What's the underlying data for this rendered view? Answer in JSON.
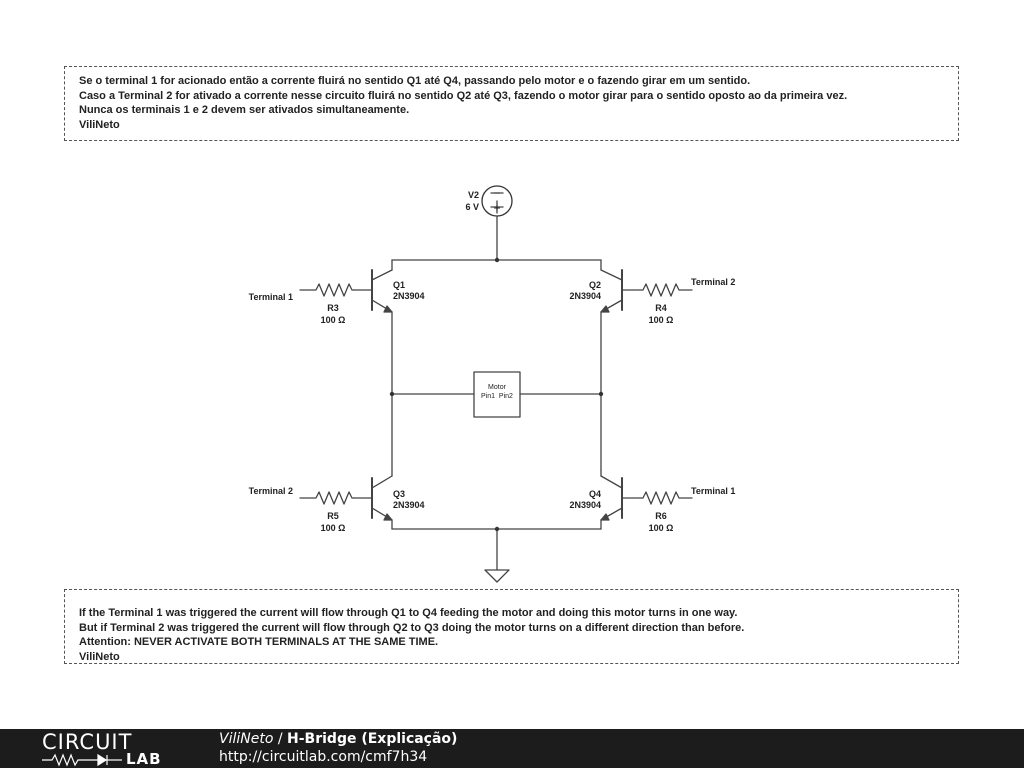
{
  "notes": {
    "portuguese": {
      "line1": "Se o terminal 1 for acionado então a corrente fluirá no sentido Q1 até Q4, passando pelo motor e o fazendo girar em um sentido.",
      "line2": "Caso a Terminal 2 for ativado a corrente nesse circuito fluirá no sentido Q2 até Q3, fazendo o motor girar para o sentido oposto ao da primeira vez.",
      "line3": "Nunca os terminais 1 e 2 devem ser ativados simultaneamente.",
      "author": "ViliNeto"
    },
    "english": {
      "line1": "If the Terminal 1 was triggered the current will flow through Q1 to Q4 feeding the motor and doing this motor turns in one way.",
      "line2": "But if Terminal 2 was triggered the current will flow through Q2 to Q3 doing the motor turns on a different direction than before.",
      "line3": "Attention: NEVER ACTIVATE BOTH TERMINALS AT THE SAME TIME.",
      "author": "ViliNeto"
    }
  },
  "schematic": {
    "source": {
      "name": "V2",
      "value": "6 V"
    },
    "transistors": {
      "q1": {
        "name": "Q1",
        "part": "2N3904"
      },
      "q2": {
        "name": "Q2",
        "part": "2N3904"
      },
      "q3": {
        "name": "Q3",
        "part": "2N3904"
      },
      "q4": {
        "name": "Q4",
        "part": "2N3904"
      }
    },
    "resistors": {
      "r3": {
        "name": "R3",
        "value": "100 Ω"
      },
      "r4": {
        "name": "R4",
        "value": "100 Ω"
      },
      "r5": {
        "name": "R5",
        "value": "100 Ω"
      },
      "r6": {
        "name": "R6",
        "value": "100 Ω"
      }
    },
    "terminals": {
      "q1_input": "Terminal 1",
      "q2_input": "Terminal 2",
      "q3_input": "Terminal 2",
      "q4_input": "Terminal 1"
    },
    "motor": {
      "name": "Motor",
      "pins": "Pin1  Pin2"
    }
  },
  "footer": {
    "logo_top": "CIRCUIT",
    "logo_bottom": "LAB",
    "author": "ViliNeto",
    "separator": " / ",
    "project": "H-Bridge (Explicação)",
    "url": "http://circuitlab.com/cmf7h34"
  }
}
